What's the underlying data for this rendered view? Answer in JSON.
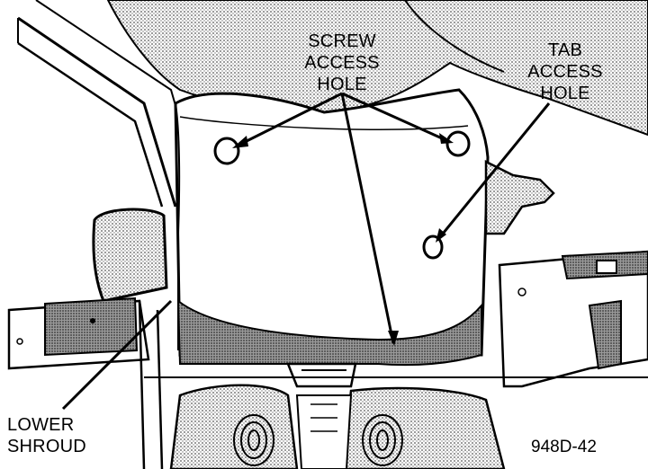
{
  "labels": {
    "screw_access_hole": [
      "SCREW",
      "ACCESS",
      "HOLE"
    ],
    "tab_access_hole": [
      "TAB",
      "ACCESS",
      "HOLE"
    ],
    "lower_shroud": [
      "LOWER",
      "SHROUD"
    ]
  },
  "figure_id": "948D-42",
  "colors": {
    "ink": "#000000",
    "paper": "#ffffff",
    "stipple": "#8a8a8a"
  }
}
